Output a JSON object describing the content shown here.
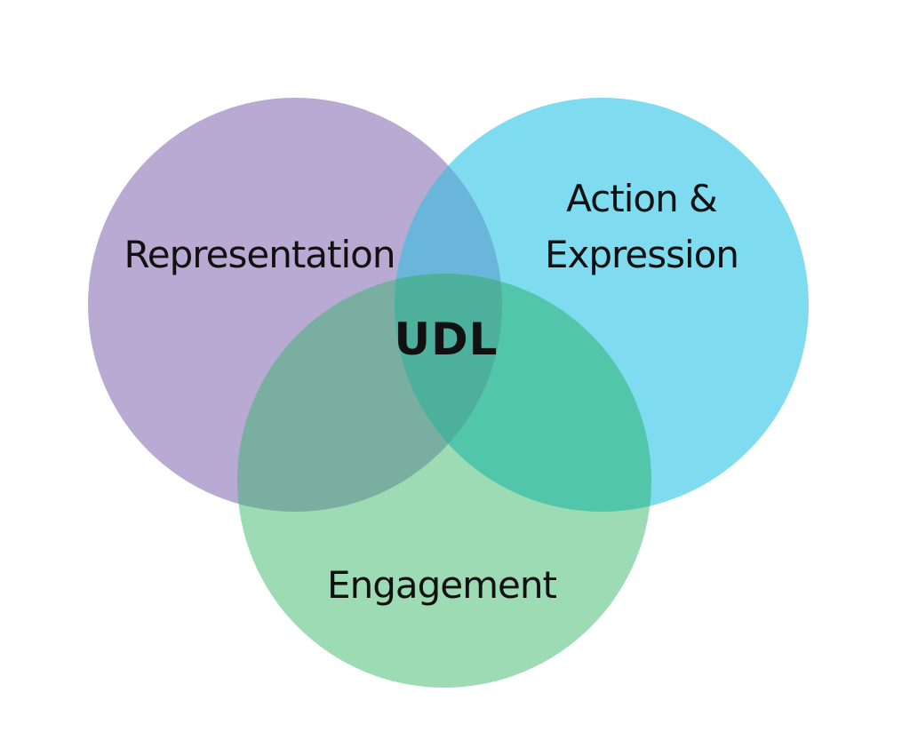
{
  "diagram": {
    "type": "venn",
    "center_label": "UDL",
    "sets": [
      {
        "id": "representation",
        "label_lines": [
          "Representation"
        ],
        "color": "#b8aad2"
      },
      {
        "id": "action-expression",
        "label_lines": [
          "Action &",
          "Expression"
        ],
        "color": "#7edbf0"
      },
      {
        "id": "engagement",
        "label_lines": [
          "Engagement"
        ],
        "color": "#9cdbb3"
      }
    ],
    "overlap_colors": {
      "representation_action": "#6ab6da",
      "representation_engagement": "#7aaea0",
      "action_engagement": "#52c6aa",
      "all": "#4cb09c"
    }
  }
}
